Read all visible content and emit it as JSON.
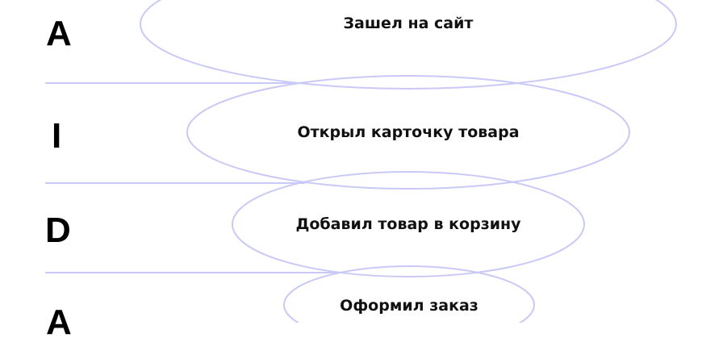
{
  "colors": {
    "line": "#c9c9f7",
    "text": "#111111"
  },
  "stages": [
    {
      "letter": "A",
      "label": "Зашел на сайт"
    },
    {
      "letter": "I",
      "label": "Открыл карточку товара"
    },
    {
      "letter": "D",
      "label": "Добавил товар в корзину"
    },
    {
      "letter": "A",
      "label": "Оформил заказ"
    }
  ]
}
